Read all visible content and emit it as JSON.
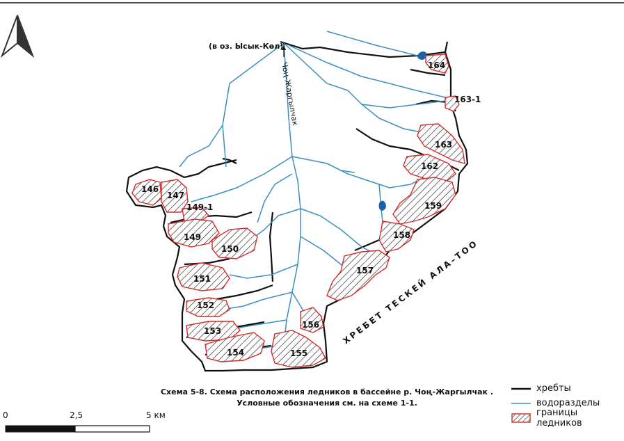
{
  "caption": {
    "line1": "Схема 5-8. Схема расположения ледников в бассейне р. Чоң-Жаргылчак .",
    "line2": "Условные обозначения см. на схеме 1-1."
  },
  "outlet_label": "(в оз. Ысык-Көл)",
  "river_label": "Чоң-Жаргылчак",
  "ridge_label": "ХРЕБЕТ ТЕСКЕЙ АЛА–ТОО",
  "glacier_ids": [
    "146",
    "147",
    "149-1",
    "149",
    "150",
    "151",
    "152",
    "153",
    "154",
    "155",
    "156",
    "157",
    "158",
    "159",
    "162",
    "163",
    "163-1",
    "164"
  ],
  "legend": [
    {
      "label": "хребты",
      "symbol": "ridge"
    },
    {
      "label": "водоразделы",
      "symbol": "watershed"
    },
    {
      "label": "границы ледников",
      "symbol": "glacier"
    }
  ],
  "scale_bar": {
    "ticks": [
      "0",
      "2,5",
      "5 км"
    ]
  },
  "colors": {
    "ridge": "#111111",
    "watershed": "#3a8fc0",
    "glacier_border": "#d42a2a",
    "lake": "#1f5fa8"
  },
  "icons": {
    "north_arrow": "north-arrow-icon"
  }
}
